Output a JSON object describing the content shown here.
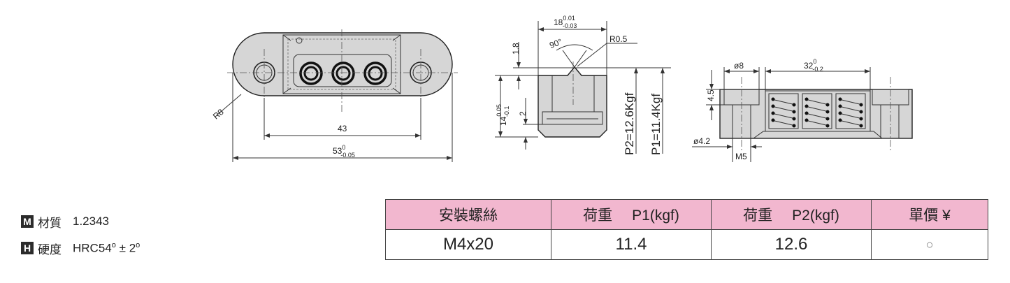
{
  "dimensions": {
    "radius": "R8",
    "hole_pitch": "43",
    "length_nominal": "53",
    "length_upper_tol": "0",
    "length_lower_tol": "-0.05",
    "width_nominal": "18",
    "width_upper_tol": "0.01",
    "width_lower_tol": "-0.03",
    "edge_radius": "R0.5",
    "tip_angle": "90°",
    "tip_height": "1.8",
    "height_nominal": "14",
    "height_upper_tol": "0.05",
    "height_lower_tol": "-0.1",
    "groove_depth": "2",
    "force_p2": "P2=12.6Kgf",
    "force_p1": "P1=11.4Kgf",
    "counterbore_dia": "ø8",
    "spring_span_nominal": "32",
    "spring_span_upper_tol": "0",
    "spring_span_lower_tol": "-0.2",
    "counterbore_depth": "4.5",
    "hole_dia": "ø4.2",
    "thread": "M5"
  },
  "specs": {
    "material_icon": "M",
    "material_label": "材質",
    "material_value": "1.2343",
    "hardness_icon": "H",
    "hardness_label": "硬度",
    "hardness_prefix": "HRC54",
    "hardness_pm": "±",
    "hardness_tol": "2",
    "degree_mark": "o"
  },
  "table": {
    "headers": [
      "安裝螺絲",
      "荷重",
      "P1(kgf)",
      "荷重",
      "P2(kgf)",
      "單價 ¥"
    ],
    "row": [
      "M4x20",
      "11.4",
      "12.6",
      "○"
    ]
  }
}
